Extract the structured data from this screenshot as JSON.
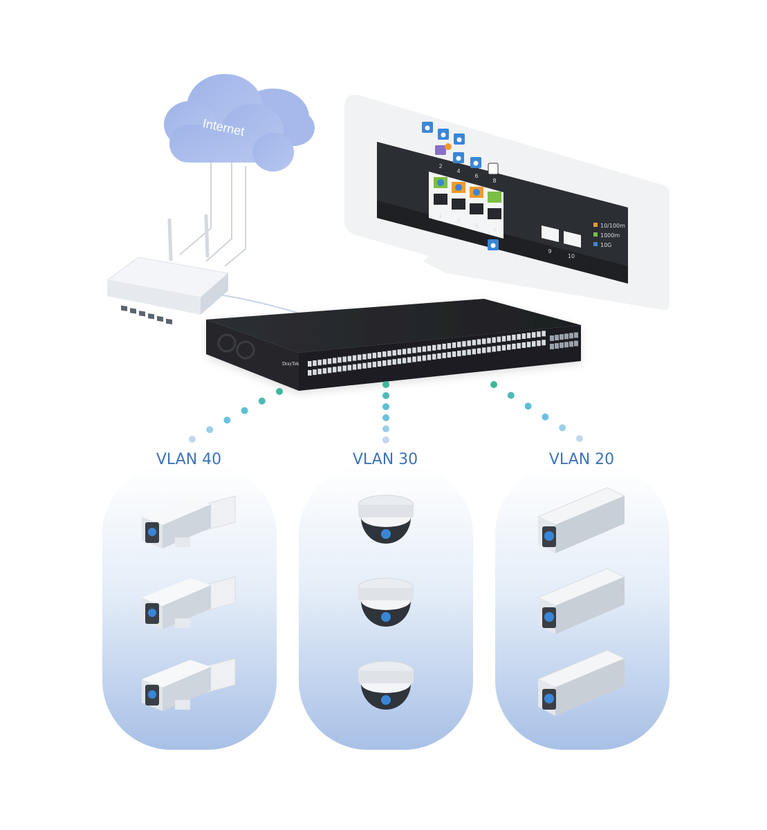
{
  "cloud": {
    "label": "Internet"
  },
  "switch": {
    "brand": "DrayTek"
  },
  "port_panel": {
    "top_port_numbers": [
      "2",
      "4",
      "6",
      "8"
    ],
    "bottom_port_numbers": [
      "1",
      "3",
      "5",
      "7"
    ],
    "sfp_port_numbers": [
      "9",
      "10"
    ],
    "legend": [
      {
        "label": "10/100m",
        "color": "#f39a2c"
      },
      {
        "label": "1000m",
        "color": "#7bc043"
      },
      {
        "label": "10G",
        "color": "#3a86d6"
      }
    ]
  },
  "vlans": [
    {
      "label": "VLAN 40",
      "camera_type": "bullet-camera"
    },
    {
      "label": "VLAN 30",
      "camera_type": "dome-camera"
    },
    {
      "label": "VLAN 20",
      "camera_type": "box-camera"
    }
  ],
  "colors": {
    "accent": "#3d73b8",
    "dot_teal": "#3cb89a",
    "dot_blue": "#6cc0e0",
    "cylinder_top": "#ffffff",
    "cylinder_bottom": "#a8c0e6"
  }
}
